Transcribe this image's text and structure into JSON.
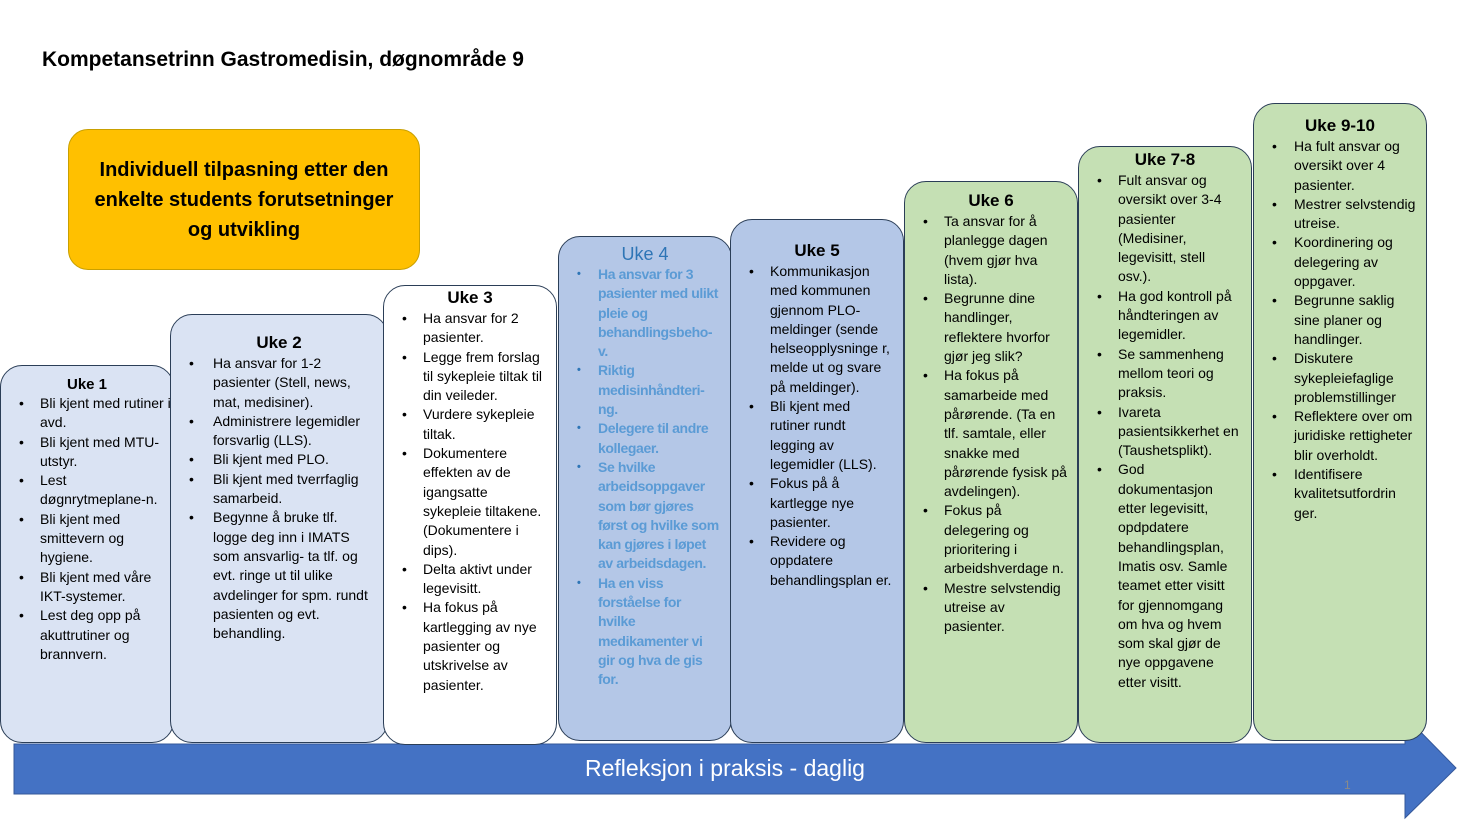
{
  "title": "Kompetansetrinn Gastromedisin, døgnområde 9",
  "note": "Individuell tilpasning etter den enkelte students forutsetninger og utvikling",
  "arrow_label": "Refleksjon i praksis - daglig",
  "slide_number": "1",
  "colors": {
    "orange": "#ffc000",
    "light_blue": "#dae3f3",
    "mid_blue": "#b4c7e7",
    "green": "#c5e0b4",
    "arrow": "#4472c4"
  },
  "steps": [
    {
      "title": "Uke 1",
      "items": [
        "Bli kjent med rutiner i avd.",
        "Bli kjent med MTU- utstyr.",
        "Lest døgnrytmeplane-n.",
        "Bli kjent med smittevern og hygiene.",
        "Bli kjent med våre IKT-systemer.",
        "Lest deg opp på akuttrutiner og brannvern."
      ]
    },
    {
      "title": "Uke 2",
      "items": [
        "Ha ansvar for 1-2 pasienter (Stell, news, mat, medisiner).",
        "Administrere legemidler forsvarlig (LLS).",
        "Bli kjent med PLO.",
        "Bli kjent med tverrfaglig samarbeid.",
        "Begynne å bruke tlf. logge deg inn i IMATS som ansvarlig- ta tlf. og evt. ringe ut til ulike avdelinger for spm. rundt pasienten og evt. behandling."
      ]
    },
    {
      "title": "Uke 3",
      "items": [
        "Ha ansvar for 2 pasienter.",
        "Legge frem forslag til sykepleie tiltak til din veileder.",
        "Vurdere sykepleie tiltak.",
        "Dokumentere effekten av de igangsatte sykepleie tiltakene. (Dokumentere i dips).",
        "Delta aktivt under legevisitt.",
        "Ha fokus på kartlegging av nye pasienter og utskrivelse av pasienter."
      ]
    },
    {
      "title": "Uke 4",
      "items": [
        "Ha ansvar for 3 pasienter med ulikt pleie og behandlingsbeho-v.",
        "Riktig medisinhåndteri-ng.",
        "Delegere til andre kollegaer.",
        "Se hvilke arbeidsoppgaver som bør gjøres først og hvilke som kan gjøres i løpet av arbeidsdagen.",
        "Ha en viss forståelse for hvilke medikamenter vi gir og hva de gis for."
      ]
    },
    {
      "title": "Uke 5",
      "items": [
        "Kommunikasjon med kommunen gjennom PLO-meldinger (sende helseopplysninge r, melde ut og svare på meldinger).",
        "Bli kjent med rutiner rundt legging av legemidler (LLS).",
        "Fokus på å kartlegge nye pasienter.",
        "Revidere og oppdatere behandlingsplan er."
      ]
    },
    {
      "title": "Uke 6",
      "items": [
        "Ta ansvar for å planlegge dagen (hvem gjør hva lista).",
        "Begrunne dine handlinger, reflektere hvorfor gjør jeg slik?",
        "Ha fokus på samarbeide med pårørende. (Ta en tlf. samtale, eller snakke med pårørende fysisk på avdelingen).",
        "Fokus på delegering og prioritering i arbeidshverdage n.",
        "Mestre selvstendig utreise av pasienter."
      ]
    },
    {
      "title": "Uke 7-8",
      "items": [
        "Fult ansvar og oversikt over 3-4 pasienter (Medisiner, legevisitt, stell osv.).",
        "Ha god kontroll på håndteringen av legemidler.",
        "Se sammenheng mellom teori og praksis.",
        "Ivareta pasientsikkerhet en (Taushetsplikt).",
        "God dokumentasjon etter legevisitt, opdpdatere behandlingsplan, Imatis osv. Samle teamet etter visitt for gjennomgang om hva og hvem som skal gjør de nye oppgavene etter visitt."
      ]
    },
    {
      "title": "Uke 9-10",
      "items": [
        "Ha fult ansvar og oversikt over 4 pasienter.",
        "Mestrer selvstendig utreise.",
        "Koordinering og delegering av oppgaver.",
        "Begrunne saklig sine planer og handlinger.",
        "Diskutere sykepleiefaglige problemstillinger",
        "Reflektere over om juridiske rettigheter blir overholdt.",
        "Identifisere kvalitetsutfordrin ger."
      ]
    }
  ]
}
